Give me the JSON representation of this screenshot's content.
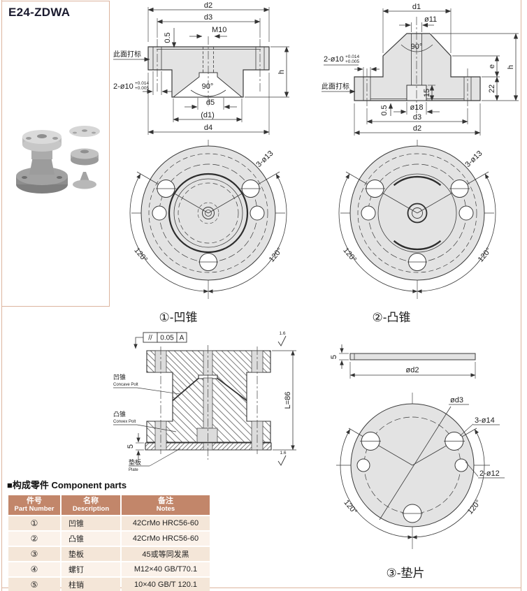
{
  "page": {
    "title": "E24-ZDWA"
  },
  "sec1": {
    "d2": "d2",
    "d3": "d3",
    "off": "0.5",
    "thread": "M10",
    "mark": "此面打标",
    "holes": "2-ø10",
    "tol_up": "+0.014",
    "tol_dn": "+0.005",
    "angle": "90°",
    "d5": "d5",
    "d1": "(d1)",
    "d4": "d4",
    "h": "h"
  },
  "sec2": {
    "d1": "d1",
    "o11": "ø11",
    "angle": "90°",
    "holes": "2-ø10",
    "tol_up": "+0.014",
    "tol_dn": "+0.005",
    "mark": "此面打标",
    "depth": "15",
    "o18": "ø18",
    "off": "0.5",
    "d3": "d3",
    "d2": "d2",
    "e": "e",
    "h": "h",
    "t22": "22"
  },
  "circ1": {
    "holes": "3-ø13",
    "ang1": "120°",
    "ang2": "120°"
  },
  "circ2": {
    "holes": "3-ø13",
    "ang1": "120°",
    "ang2": "120°"
  },
  "captions": {
    "c1": "①-凹锥",
    "c2": "②-凸锥",
    "c3": "③-垫片"
  },
  "asm": {
    "gdt_sym": "//",
    "gdt_val": "0.05",
    "gdt_datum": "A",
    "rough_top": "1.6",
    "rough_bottom": "1.6",
    "length": "L=86",
    "plate_t": "5",
    "concave_cn": "凹锥",
    "concave_en": "Concave Polt",
    "convex_cn": "凸锥",
    "convex_en": "Convex Polt",
    "plate_cn": "垫板",
    "plate_en": "Plate"
  },
  "plate": {
    "t": "5",
    "od2": "ød2",
    "od3": "ød3",
    "holes3": "3-ø14",
    "holes2": "2-ø12",
    "ang1": "120°",
    "ang2": "120°"
  },
  "parts_table": {
    "title": "■构成零件 Component parts",
    "headers": [
      {
        "cn": "件号",
        "en": "Part Number"
      },
      {
        "cn": "名称",
        "en": "Description"
      },
      {
        "cn": "备注",
        "en": "Notes"
      }
    ],
    "rows": [
      {
        "no": "①",
        "name": "凹锥",
        "notes": "42CrMo HRC56-60"
      },
      {
        "no": "②",
        "name": "凸锥",
        "notes": "42CrMo HRC56-60"
      },
      {
        "no": "③",
        "name": "垫板",
        "notes": "45或等同发黑"
      },
      {
        "no": "④",
        "name": "螺钉",
        "notes": "M12×40 GB/T70.1"
      },
      {
        "no": "⑤",
        "name": "柱销",
        "notes": "10×40 GB/T 120.1"
      }
    ]
  }
}
